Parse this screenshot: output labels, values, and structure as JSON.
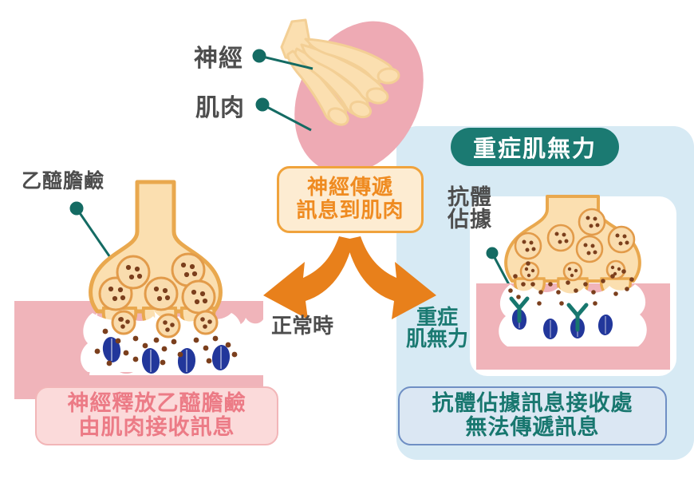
{
  "diagram": {
    "title_badge": "重症肌無力",
    "center_callout": {
      "line1": "神經傳遞",
      "line2": "訊息到肌肉"
    },
    "labels": {
      "nerve": "神經",
      "muscle": "肌肉",
      "acetylcholine": "乙醯膽鹼",
      "antibody_line1": "抗體",
      "antibody_line2": "佔據",
      "normal_state": "正常時",
      "mg_small_line1": "重症",
      "mg_small_line2": "肌無力"
    },
    "captions": {
      "left_line1": "神經釋放乙醯膽鹼",
      "left_line2": "由肌肉接收訊息",
      "right_line1": "抗體佔據訊息接收處",
      "right_line2": "無法傳遞訊息"
    },
    "icons": {
      "nerve_branch": "nerve-branch-icon",
      "muscle_body": "muscle-oval-icon",
      "arrow_left": "curved-arrow-left-icon",
      "arrow_right": "curved-arrow-right-icon",
      "leader_nerve": "leader-line-dot-icon",
      "leader_muscle": "leader-line-dot-icon",
      "leader_ach": "leader-line-dot-icon",
      "leader_antibody": "leader-line-dot-icon",
      "synapse_normal": "synapse-terminal-icon",
      "synapse_mg": "synapse-terminal-blocked-icon",
      "antibody_y": "antibody-y-shape-icon",
      "receptor": "receptor-oval-icon",
      "vesicle": "vesicle-circle-icon"
    },
    "colors": {
      "nerve_fill": "#fbdfb0",
      "nerve_stroke": "#e9a84e",
      "muscle_pink": "#eeaab4",
      "muscle_block": "#f0b4ba",
      "cleft_white": "#ffffff",
      "receptor_blue": "#22379b",
      "antibody_teal": "#17776e",
      "ach_dot": "#7b3f1d",
      "accent_orange": "#ef8b21",
      "panel_blue": "#d7eaf4",
      "badge_teal": "#1b7a72",
      "caption_pink_text": "#ec7b86",
      "caption_pink_bg": "#fbdada",
      "caption_blue_bg": "#dbe7f3",
      "caption_blue_border": "#6f8fc4",
      "label_gray": "#4d4d4d",
      "leader_teal": "#146b63"
    }
  }
}
